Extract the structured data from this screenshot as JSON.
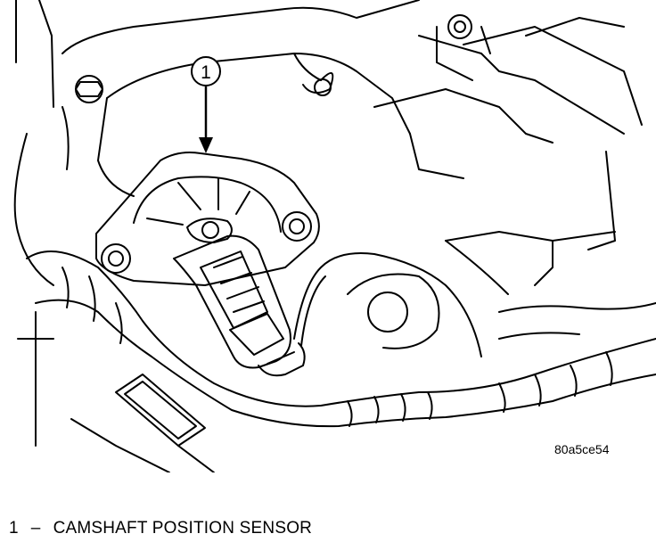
{
  "figure": {
    "callout_number": "1",
    "reference_code": "80a5ce54"
  },
  "legend": {
    "items": [
      {
        "number": "1",
        "separator": "–",
        "label": "CAMSHAFT POSITION SENSOR"
      }
    ]
  }
}
